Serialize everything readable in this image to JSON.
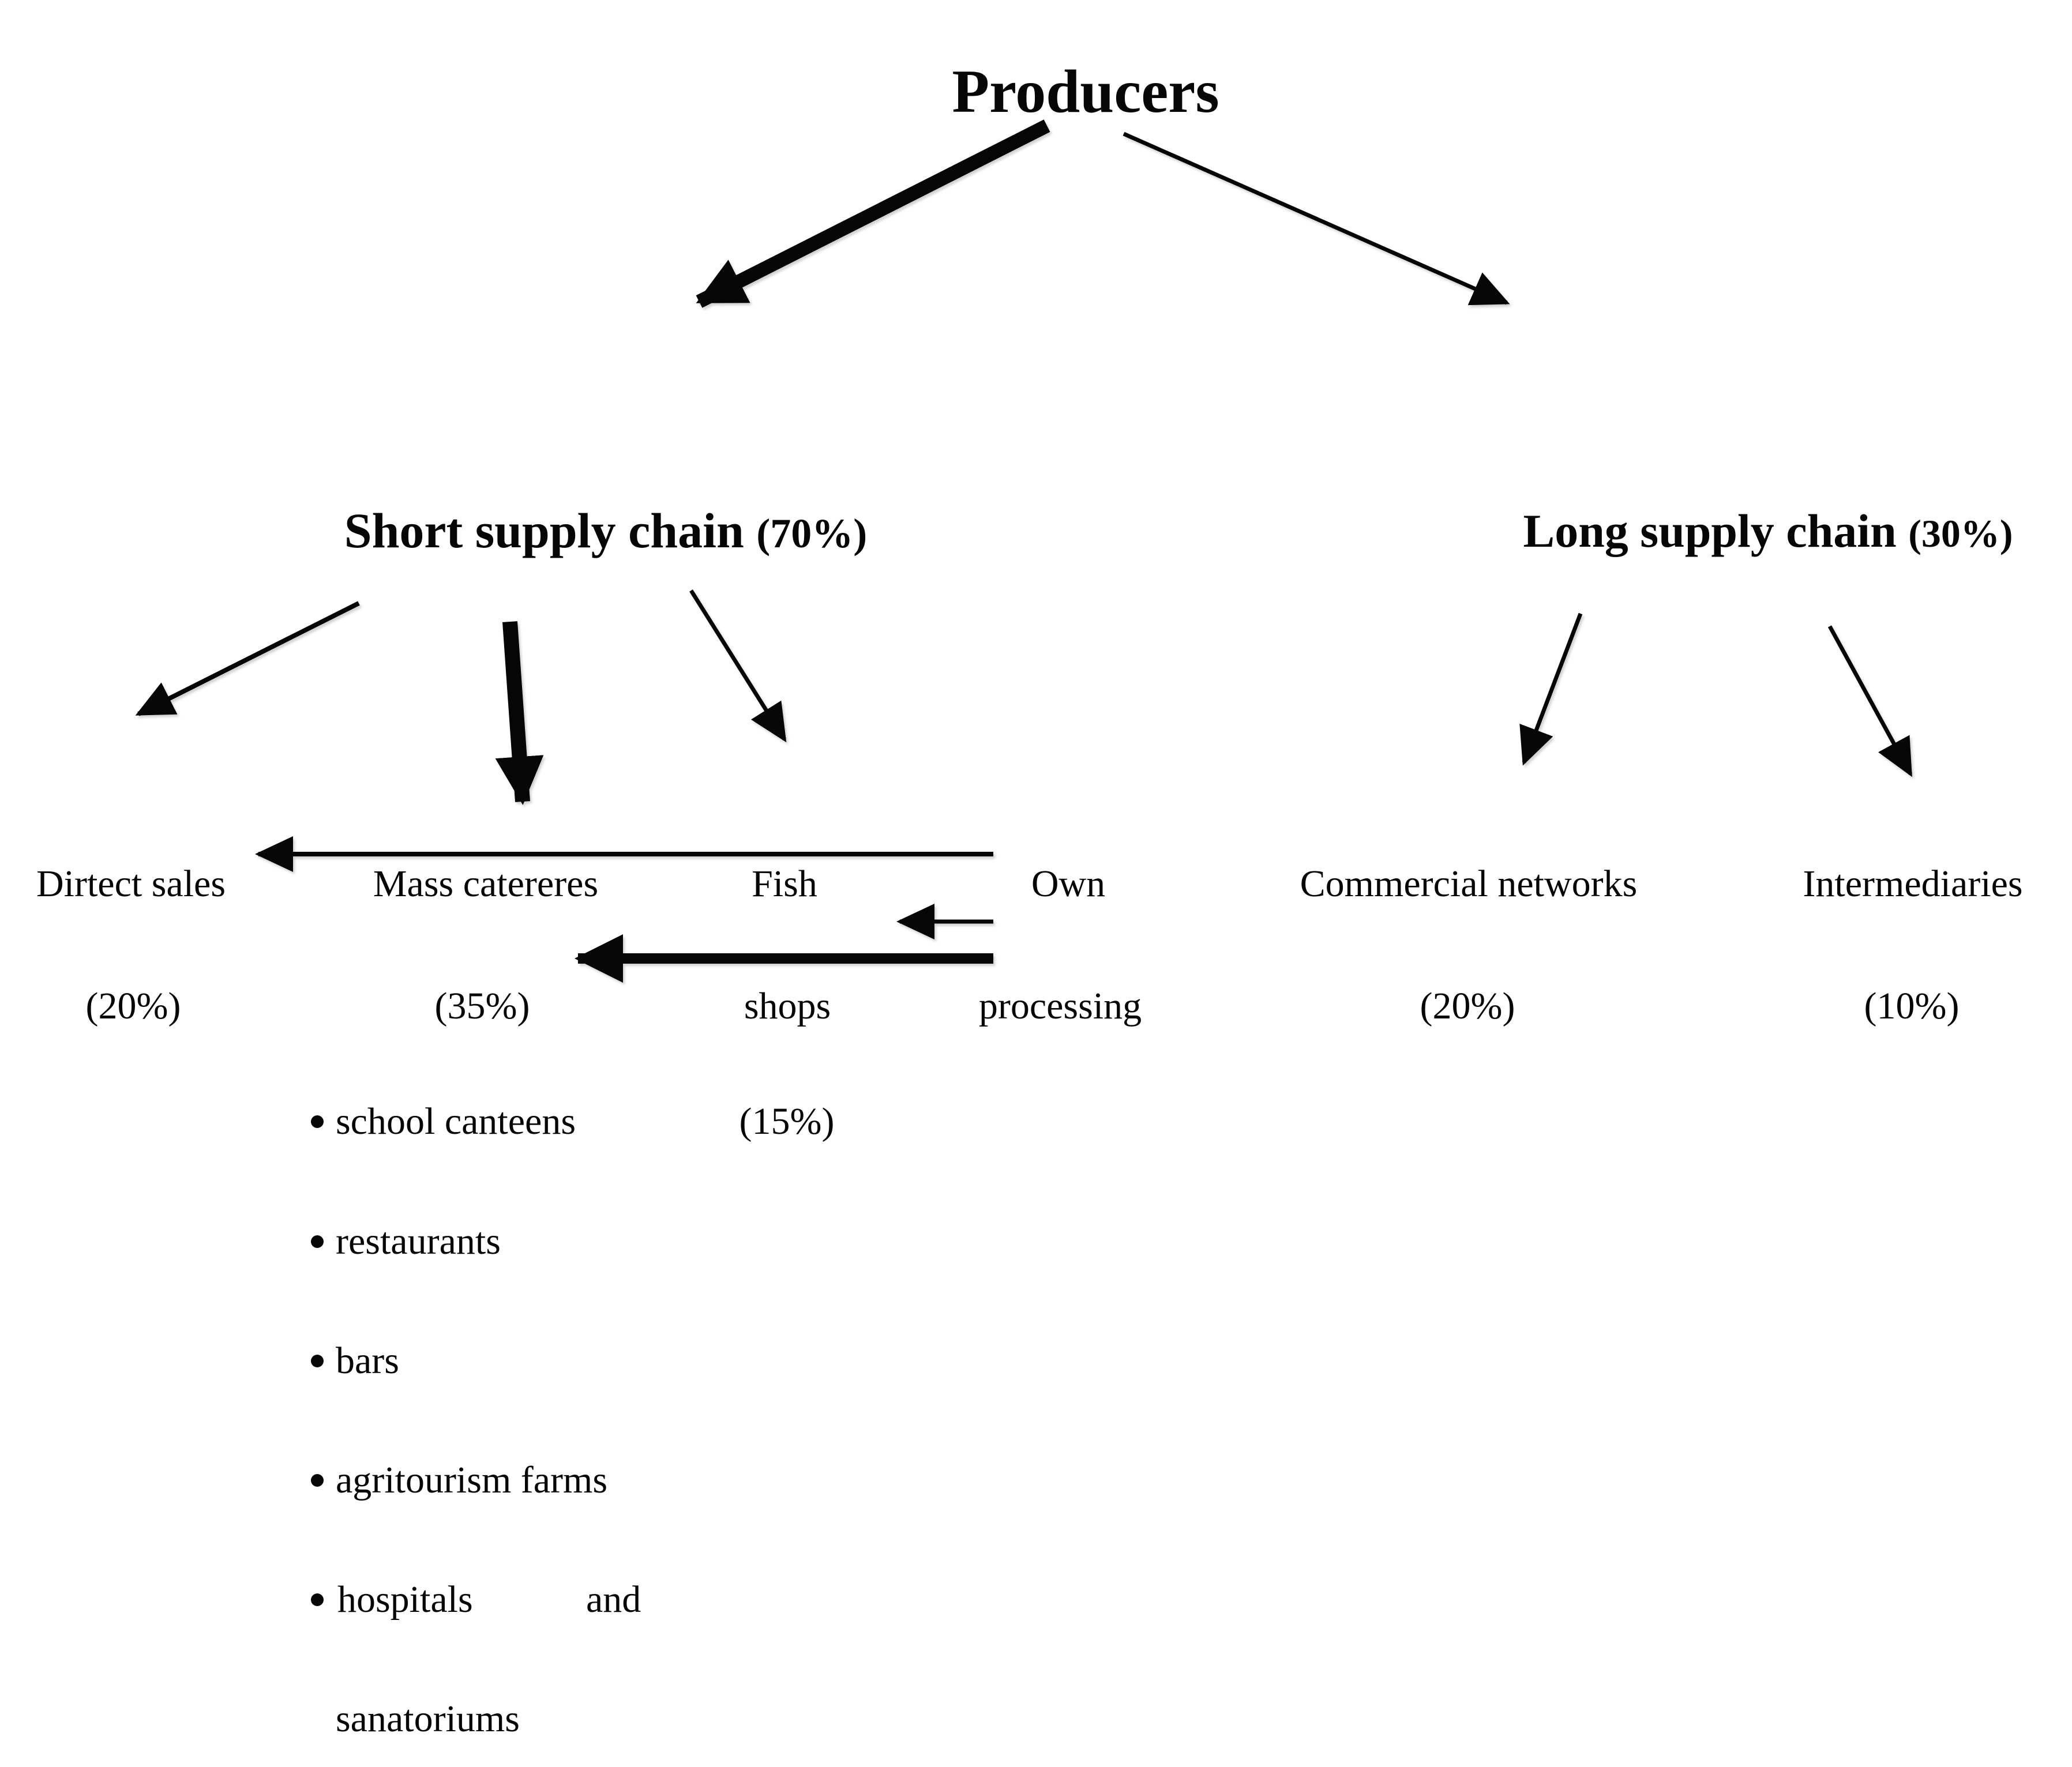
{
  "diagram": {
    "producers_label": "Producers",
    "short_chain": {
      "label": "Short supply chain",
      "share": "(70%)"
    },
    "long_chain": {
      "label": "Long supply chain",
      "share": "(30%)"
    },
    "direct_sales": {
      "label": "Dirtect sales",
      "share": "(20%)"
    },
    "mass_caterers": {
      "label": "Mass catereres",
      "share": "(35%)"
    },
    "fish_shops": {
      "line1": "Fish",
      "line2": "shops",
      "share": "(15%)"
    },
    "own_processing": {
      "line1": "Own",
      "line2": "processing"
    },
    "commercial_networks": {
      "label": "Commercial networks",
      "share": "(20%)"
    },
    "intermediaries": {
      "label": "Intermediaries",
      "share": "(10%)"
    },
    "mass_caterers_items": {
      "item1": "school canteens",
      "item2": "restaurants",
      "item3": "bars",
      "item4": "agritourism farms",
      "item5a": "hospitals",
      "item5b": "and",
      "item5_continuation": "sanatoriums"
    },
    "colors": {
      "ink": "#060606",
      "background": "#ffffff"
    }
  }
}
